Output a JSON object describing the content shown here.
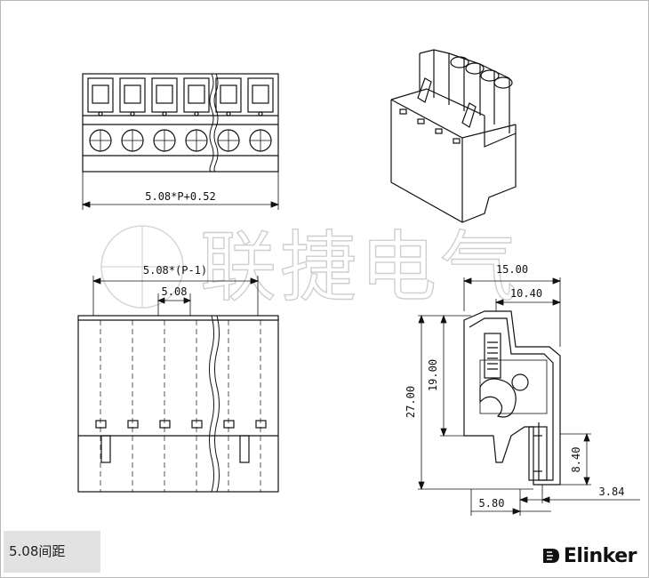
{
  "drawing": {
    "dimensions": {
      "total_width": "5.08*P+0.52",
      "span_outer": "5.08*(P-1)",
      "pitch": "5.08",
      "depth": "15.00",
      "depth_inner": "10.40",
      "height": "27.00",
      "height_upper": "19.00",
      "bottom_offset": "5.80",
      "plug_height": "8.40",
      "plug_width": "3.84"
    },
    "watermark": "联捷电气"
  },
  "caption": {
    "label": "5.08间距"
  },
  "brand": {
    "name": "Elinker"
  },
  "colors": {
    "line": "#111111",
    "watermark": "#cfcfcf",
    "caption_bg": "#e2e2e2"
  }
}
